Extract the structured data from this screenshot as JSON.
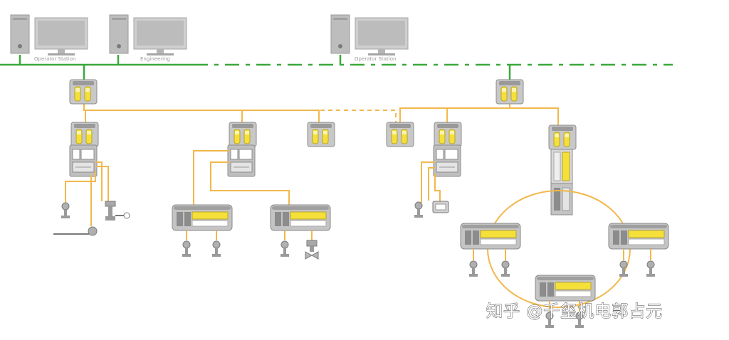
{
  "workstations": [
    {
      "label": "Operator Station"
    },
    {
      "label": "Engineering"
    },
    {
      "label": "Operator Station"
    }
  ],
  "watermark": "知乎 @千玺机电郭占元",
  "colors": {
    "ethernet": "#3aa83a",
    "fieldbus": "#f2b84b",
    "device": "#8c8c8c",
    "highlight": "#f5e03a"
  }
}
